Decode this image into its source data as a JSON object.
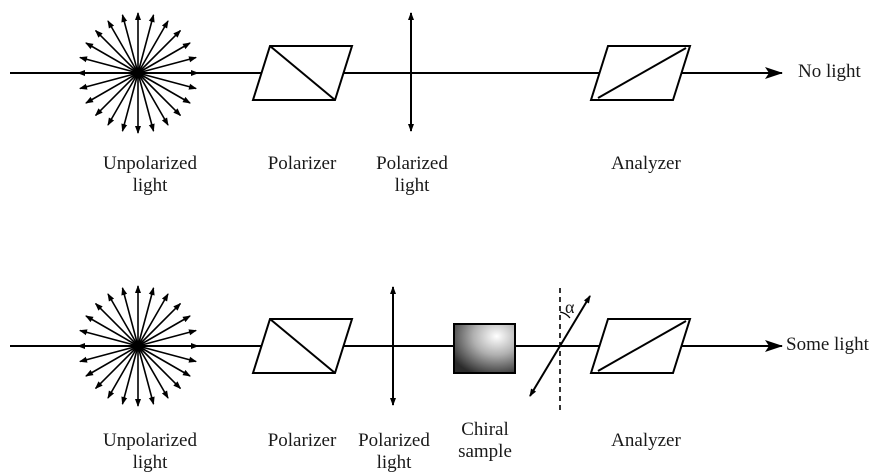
{
  "rows": [
    {
      "labels": {
        "unpolarized": [
          "Unpolarized",
          "light"
        ],
        "polarizer": "Polarizer",
        "polarized": [
          "Polarized",
          "light"
        ],
        "analyzer": "Analyzer",
        "output": "No light"
      }
    },
    {
      "labels": {
        "unpolarized": [
          "Unpolarized",
          "light"
        ],
        "polarizer": "Polarizer",
        "polarized": [
          "Polarized",
          "light"
        ],
        "sample": [
          "Chiral",
          "sample"
        ],
        "analyzer": "Analyzer",
        "output": "Some light",
        "angle": "α"
      }
    }
  ],
  "colors": {
    "stroke": "#000000",
    "sample_dark": "#3a3a3a",
    "sample_light": "#ffffff"
  }
}
